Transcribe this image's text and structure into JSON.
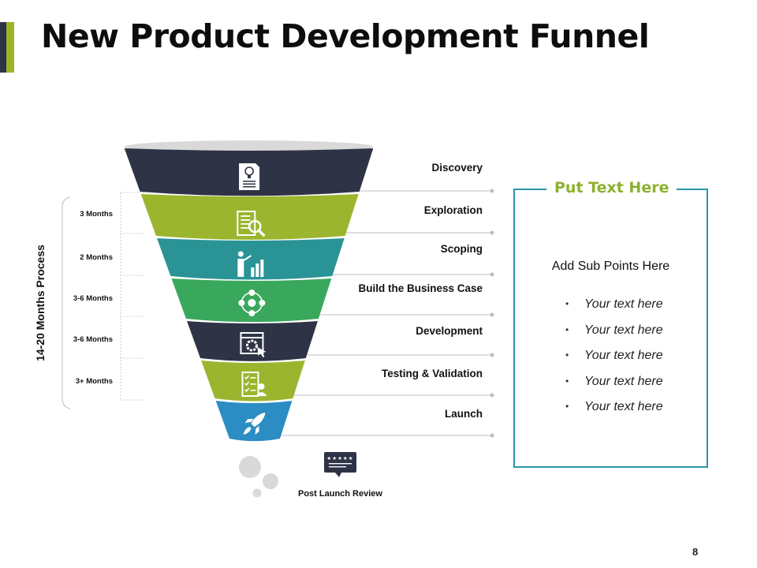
{
  "slide": {
    "title": "New Product Development Funnel",
    "page_number": "8"
  },
  "colors": {
    "navy": "#2e3346",
    "lime": "#9bb52e",
    "teal": "#2a9396",
    "green": "#3aa85c",
    "blue": "#2b8dc3",
    "box_border": "#2b96a6",
    "box_title": "#8db12e",
    "funnel_top": "#d9d9d9",
    "leader_line": "#bfbfbf"
  },
  "process": {
    "label": "14-20 Months Process",
    "durations": [
      "3 Months",
      "2 Months",
      "3-6 Months",
      "3-6 Months",
      "3+ Months"
    ]
  },
  "stages": [
    {
      "label": "Discovery",
      "icon": "idea-document-icon",
      "color": "navy"
    },
    {
      "label": "Exploration",
      "icon": "document-search-icon",
      "color": "lime"
    },
    {
      "label": "Scoping",
      "icon": "presenter-chart-icon",
      "color": "teal"
    },
    {
      "label": "Build the Business Case",
      "icon": "business-network-icon",
      "color": "green"
    },
    {
      "label": "Development",
      "icon": "browser-settings-icon",
      "color": "navy"
    },
    {
      "label": "Testing & Validation",
      "icon": "checklist-user-icon",
      "color": "lime"
    },
    {
      "label": "Launch",
      "icon": "rocket-icon",
      "color": "blue"
    }
  ],
  "post_launch": {
    "label": "Post Launch Review",
    "icon": "review-rating-icon",
    "stars": "★★★★★"
  },
  "text_box": {
    "title": "Put Text Here",
    "subtitle": "Add Sub Points Here",
    "bullets": [
      "Your text here",
      "Your text here",
      "Your text here",
      "Your text here",
      "Your text here"
    ]
  }
}
